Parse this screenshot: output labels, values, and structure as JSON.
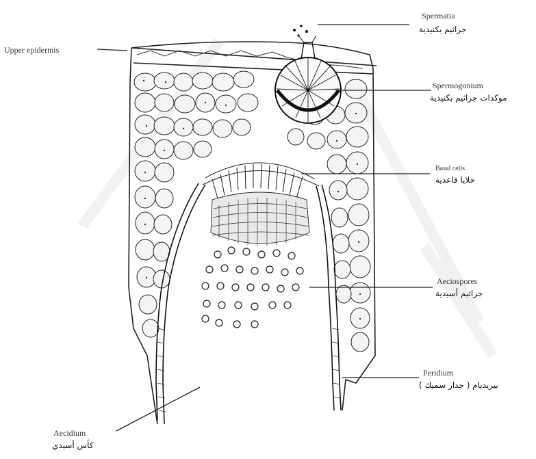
{
  "labels": {
    "upper_epidermis": {
      "en": "Upper epidermis"
    },
    "spermatia": {
      "en": "Spermatia",
      "ar": "جراثيم بكنيدية"
    },
    "spermogonium": {
      "en": "Spermogonium",
      "ar": "موكدات جراثيم بكنيدية"
    },
    "basal_cells": {
      "en": "Basal cells",
      "ar": "خلايا قاعدية"
    },
    "aeciospores": {
      "en": "Aeciospores",
      "ar": "جراثيم أسيدية"
    },
    "peridium": {
      "en": "Peridium",
      "ar": "بيريديام ( جدار سميك )"
    },
    "aecidium": {
      "en": "Aecidium",
      "ar": "كأس أسيدي"
    }
  },
  "colors": {
    "ink": "#1f1f1f",
    "cell_fill": "#f4f4f4",
    "watermark": "#e6e6e6"
  }
}
